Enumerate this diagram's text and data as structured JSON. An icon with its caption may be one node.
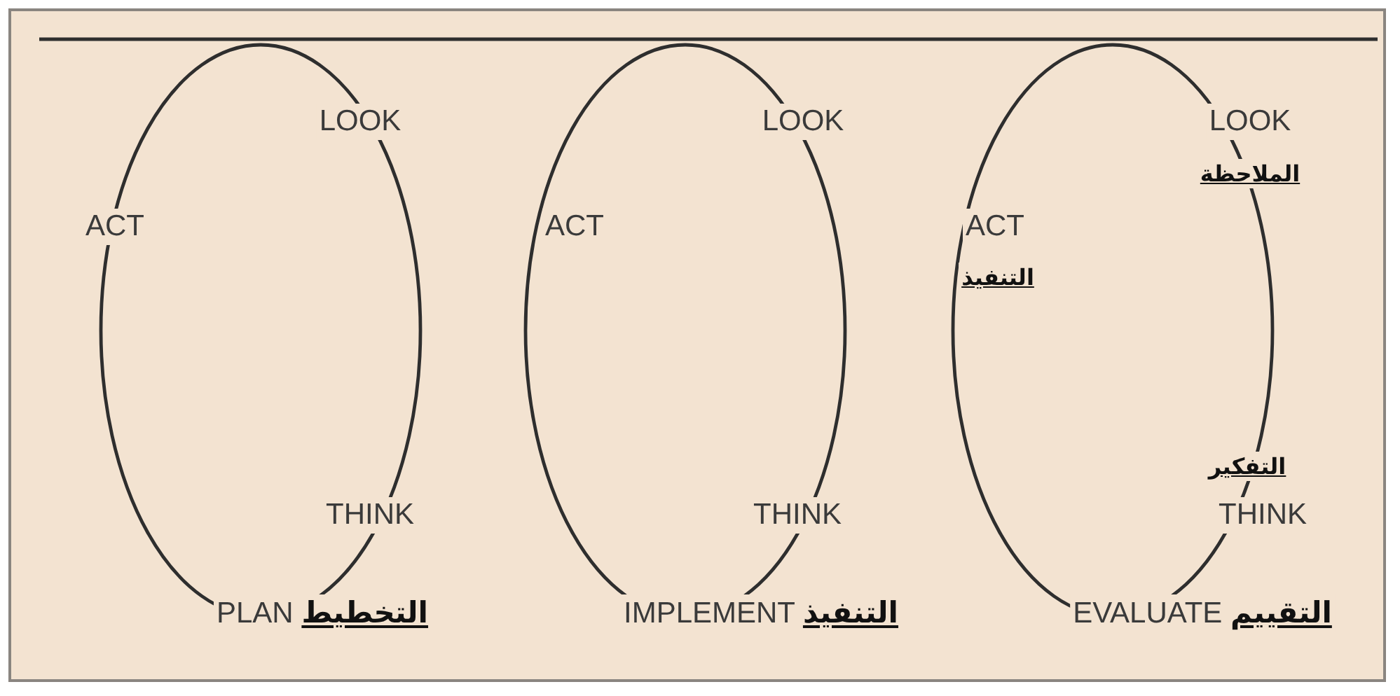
{
  "diagram": {
    "labels": [
      "LOOK",
      "LOOK",
      "LOOK",
      "الملاحظة",
      "ACT",
      "ACT",
      "ACT",
      "التنفيذ",
      "التفكير",
      "THINK",
      "THINK",
      "THINK",
      "PLAN **التخطيط**",
      "IMPLEMENT **التنفيذ**",
      "EVALUATE **التقييم**"
    ]
  }
}
